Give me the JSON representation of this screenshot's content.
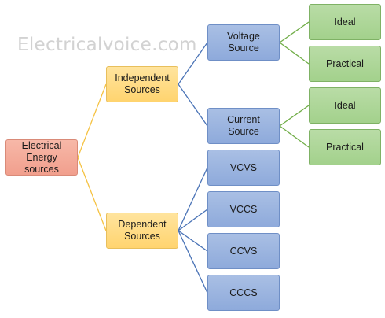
{
  "watermark": "Electricalvoice.com",
  "colors": {
    "root_fill": "#f4a994",
    "mid_fill": "#ffd877",
    "blue_fill": "#8faadc",
    "green_fill": "#a9d18e",
    "yellow_connector": "#f5c242",
    "blue_connector": "#4a73b6",
    "green_connector": "#70ad47"
  },
  "nodes": {
    "root": {
      "line1": "Electrical",
      "line2": "Energy sources"
    },
    "independent": {
      "line1": "Independent",
      "line2": "Sources"
    },
    "dependent": {
      "line1": "Dependent",
      "line2": "Sources"
    },
    "voltage_source": "Voltage Source",
    "current_source": "Current Source",
    "voltage_ideal": "Ideal",
    "voltage_practical": "Practical",
    "current_ideal": "Ideal",
    "current_practical": "Practical",
    "vcvs": "VCVS",
    "vccs": "VCCS",
    "ccvs": "CCVS",
    "cccs": "CCCS"
  }
}
